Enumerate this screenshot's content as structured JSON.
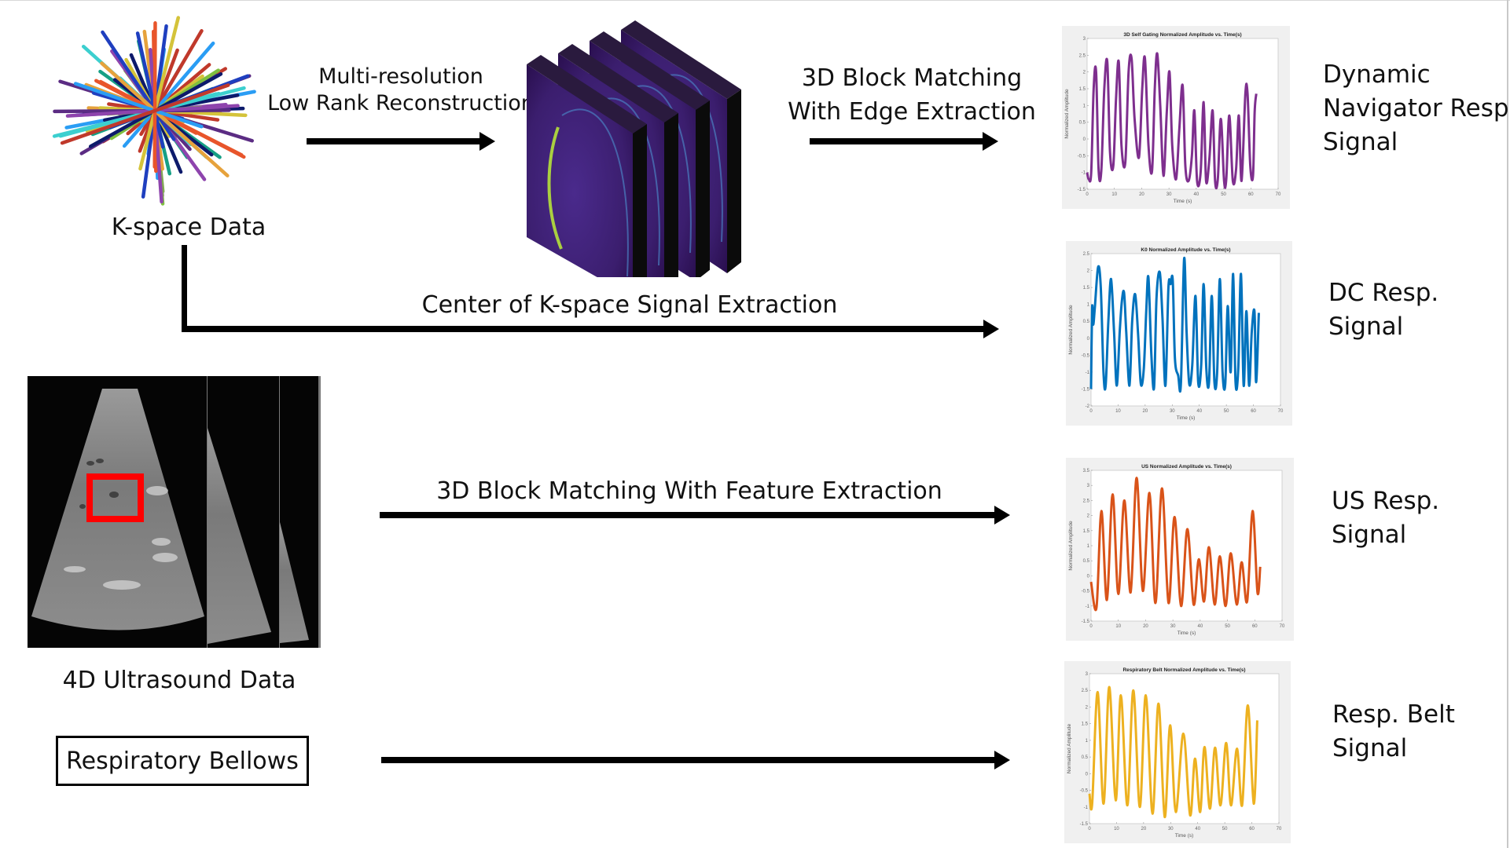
{
  "inputs": {
    "kspace": {
      "label": "K-space Data",
      "icon": "radial-kspace-trajectory"
    },
    "mri_stack": {
      "icon": "mri-image-stack"
    },
    "ultrasound": {
      "label": "4D Ultrasound Data",
      "icon": "ultrasound-frames"
    },
    "bellows": {
      "label": "Respiratory Bellows"
    }
  },
  "processes": {
    "reconstruction": {
      "line1": "Multi-resolution",
      "line2": "Low Rank Reconstruction"
    },
    "edge_matching": {
      "line1": "3D Block Matching",
      "line2": "With Edge Extraction"
    },
    "center_kspace": {
      "label": "Center of K-space Signal Extraction"
    },
    "feature_matching": {
      "label": "3D Block Matching With Feature Extraction"
    }
  },
  "outputs": [
    {
      "lines": [
        "Dynamic",
        "Navigator Resp.",
        "Signal"
      ]
    },
    {
      "lines": [
        "DC Resp.",
        "Signal"
      ]
    },
    {
      "lines": [
        "US Resp.",
        "Signal"
      ]
    },
    {
      "lines": [
        "Resp. Belt",
        "Signal"
      ]
    }
  ],
  "chart_data": [
    {
      "type": "line",
      "title": "3D Self Gating Normalized Amplitude vs. Time(s)",
      "xlabel": "Time (s)",
      "ylabel": "Normalized Amplitude",
      "xlim": [
        0,
        70
      ],
      "ylim": [
        -1.5,
        3
      ],
      "xticks": [
        0,
        10,
        20,
        30,
        40,
        50,
        60,
        70
      ],
      "yticks": [
        -1.5,
        -1,
        -0.5,
        0,
        0.5,
        1,
        1.5,
        2,
        2.5,
        3
      ],
      "color": "#7e2f8e",
      "x": [
        0,
        0.6,
        1.5,
        2.4,
        3.3,
        4.2,
        5.2,
        6.3,
        7.4,
        8.4,
        9.6,
        10.6,
        11.6,
        12.6,
        14,
        15.2,
        16.3,
        17.4,
        19,
        20.2,
        21.2,
        22.5,
        23.8,
        24.8,
        25.7,
        26.8,
        28,
        29.2,
        30.2,
        31.2,
        32.6,
        33.8,
        35,
        36,
        37.2,
        38.4,
        39.3,
        40.3,
        41.6,
        42.7,
        43.6,
        44.8,
        46,
        46.9,
        47.9,
        49,
        50.2,
        51,
        52.1,
        53.4,
        54.6,
        55.6,
        56.6,
        58,
        58.8,
        59.8,
        60.8,
        61.4,
        62
      ],
      "y": [
        -1.0,
        -1.2,
        -1.0,
        1.5,
        2.0,
        -0.9,
        -0.95,
        1.5,
        2.3,
        -0.4,
        -0.8,
        1.2,
        2.3,
        -0.2,
        -0.7,
        2.0,
        2.4,
        0.6,
        -0.55,
        1.5,
        2.4,
        -0.2,
        -0.95,
        1.5,
        2.55,
        1.0,
        -1.1,
        0.8,
        2.0,
        -0.2,
        -1.2,
        0.3,
        1.6,
        -0.8,
        -1.25,
        -0.5,
        0.85,
        -1.25,
        -1.0,
        1.1,
        -1.25,
        -0.6,
        0.85,
        -1.25,
        -1.2,
        0.6,
        -1.25,
        -1.2,
        0.7,
        -1.25,
        -0.9,
        0.7,
        -1.25,
        1.35,
        1.35,
        -0.8,
        -1.1,
        0.8,
        1.35
      ]
    },
    {
      "type": "line",
      "title": "K0 Normalized Amplitude vs. Time(s)",
      "xlabel": "Time (s)",
      "ylabel": "Normalized Amplitude",
      "xlim": [
        0,
        70
      ],
      "ylim": [
        -2,
        2.5
      ],
      "xticks": [
        0,
        10,
        20,
        30,
        40,
        50,
        60,
        70
      ],
      "yticks": [
        -2,
        -1.5,
        -1,
        -0.5,
        0,
        0.5,
        1,
        1.5,
        2,
        2.5
      ],
      "color": "#0072bd",
      "x": [
        0,
        0.4,
        0.8,
        1.4,
        2.6,
        3.6,
        4.6,
        5.4,
        6.4,
        7.4,
        8.5,
        9.5,
        10.6,
        11.4,
        12.2,
        13.0,
        14.2,
        15.2,
        16.3,
        17.4,
        18.4,
        19.5,
        20.4,
        21.2,
        22.3,
        23.3,
        24.2,
        25.4,
        26.4,
        27.5,
        28.6,
        29.4,
        30.2,
        31.0,
        32.2,
        33.2,
        34.4,
        35.3,
        36.3,
        37.4,
        38.6,
        39.6,
        40.7,
        41.6,
        42.6,
        43.6,
        44.6,
        45.6,
        46.6,
        47.6,
        48.6,
        49.6,
        50.5,
        51.6,
        52.5,
        53.4,
        54.4,
        55.4,
        56.4,
        57.4,
        58.4,
        59.4,
        60.4,
        61.0,
        62.0
      ],
      "y": [
        -1.5,
        0.9,
        0.4,
        0.9,
        2.1,
        1.5,
        -1.0,
        -1.4,
        0.5,
        1.75,
        0.2,
        -1.4,
        0.2,
        1.1,
        1.35,
        0.2,
        -1.4,
        0.5,
        1.3,
        0.1,
        -1.35,
        -0.9,
        0.8,
        1.8,
        -0.5,
        -1.45,
        1.2,
        1.95,
        0.6,
        -1.4,
        1.5,
        1.6,
        1.7,
        -0.6,
        -1.1,
        -1.35,
        2.35,
        0.2,
        -1.35,
        -0.8,
        1.25,
        -1.3,
        -0.8,
        1.6,
        -0.9,
        -1.3,
        1.25,
        -1.3,
        -1.0,
        1.75,
        -1.0,
        -1.35,
        0.95,
        -1.0,
        1.9,
        -1.3,
        -0.9,
        1.9,
        -1.4,
        0.8,
        -1.4,
        0.2,
        0.78,
        -1.3,
        0.75
      ]
    },
    {
      "type": "line",
      "title": "US Normalized Amplitude vs. Time(s)",
      "xlabel": "Time (s)",
      "ylabel": "Normalized Amplitude",
      "xlim": [
        0,
        70
      ],
      "ylim": [
        -1.5,
        3.5
      ],
      "xticks": [
        0,
        10,
        20,
        30,
        40,
        50,
        60,
        70
      ],
      "yticks": [
        -1.5,
        -1,
        -0.5,
        0,
        0.5,
        1,
        1.5,
        2,
        2.5,
        3,
        3.5
      ],
      "color": "#d95319",
      "x": [
        0,
        2.0,
        3.8,
        5.8,
        7.9,
        10.0,
        12.2,
        14.5,
        16.7,
        19.0,
        21.4,
        23.6,
        26.0,
        28.4,
        30.6,
        33.0,
        35.3,
        37.6,
        39.5,
        41.4,
        43.2,
        45.3,
        47.2,
        49.3,
        51.2,
        53.4,
        55.2,
        57.2,
        59.2,
        61.0,
        62.0
      ],
      "y": [
        -0.2,
        -1.05,
        2.15,
        -0.8,
        2.7,
        -0.6,
        2.5,
        -0.55,
        3.25,
        -0.5,
        2.75,
        -0.9,
        2.9,
        -0.9,
        1.95,
        -1.0,
        1.55,
        -0.95,
        0.55,
        -0.85,
        0.95,
        -0.95,
        0.65,
        -1.0,
        0.75,
        -0.95,
        0.45,
        -0.85,
        2.15,
        -0.55,
        0.3
      ]
    },
    {
      "type": "line",
      "title": "Respiratory Belt Normalized Amplitude vs. Time(s)",
      "xlabel": "Time (s)",
      "ylabel": "Normalized Amplitude",
      "xlim": [
        0,
        70
      ],
      "ylim": [
        -1.5,
        3
      ],
      "xticks": [
        0,
        10,
        20,
        30,
        40,
        50,
        60,
        70
      ],
      "yticks": [
        -1.5,
        -1,
        -0.5,
        0,
        0.5,
        1,
        1.5,
        2,
        2.5,
        3
      ],
      "color": "#edb120",
      "x": [
        0,
        1.0,
        3.0,
        5.2,
        7.3,
        9.7,
        11.6,
        14.0,
        16.2,
        18.6,
        20.8,
        23.3,
        25.5,
        27.8,
        29.8,
        31.9,
        34.7,
        37.2,
        39.0,
        40.9,
        42.5,
        44.5,
        46.4,
        48.4,
        50.5,
        52.3,
        54.5,
        56.4,
        58.5,
        60.7,
        62.0
      ],
      "y": [
        -0.6,
        -0.9,
        2.45,
        -0.9,
        2.6,
        -0.8,
        2.35,
        -0.95,
        2.5,
        -1.0,
        2.35,
        -1.2,
        2.1,
        -1.3,
        1.45,
        -1.15,
        1.2,
        -1.25,
        0.45,
        -1.15,
        0.8,
        -1.05,
        0.78,
        -0.95,
        0.92,
        -0.95,
        0.75,
        -0.95,
        2.05,
        -0.9,
        1.6
      ]
    }
  ]
}
